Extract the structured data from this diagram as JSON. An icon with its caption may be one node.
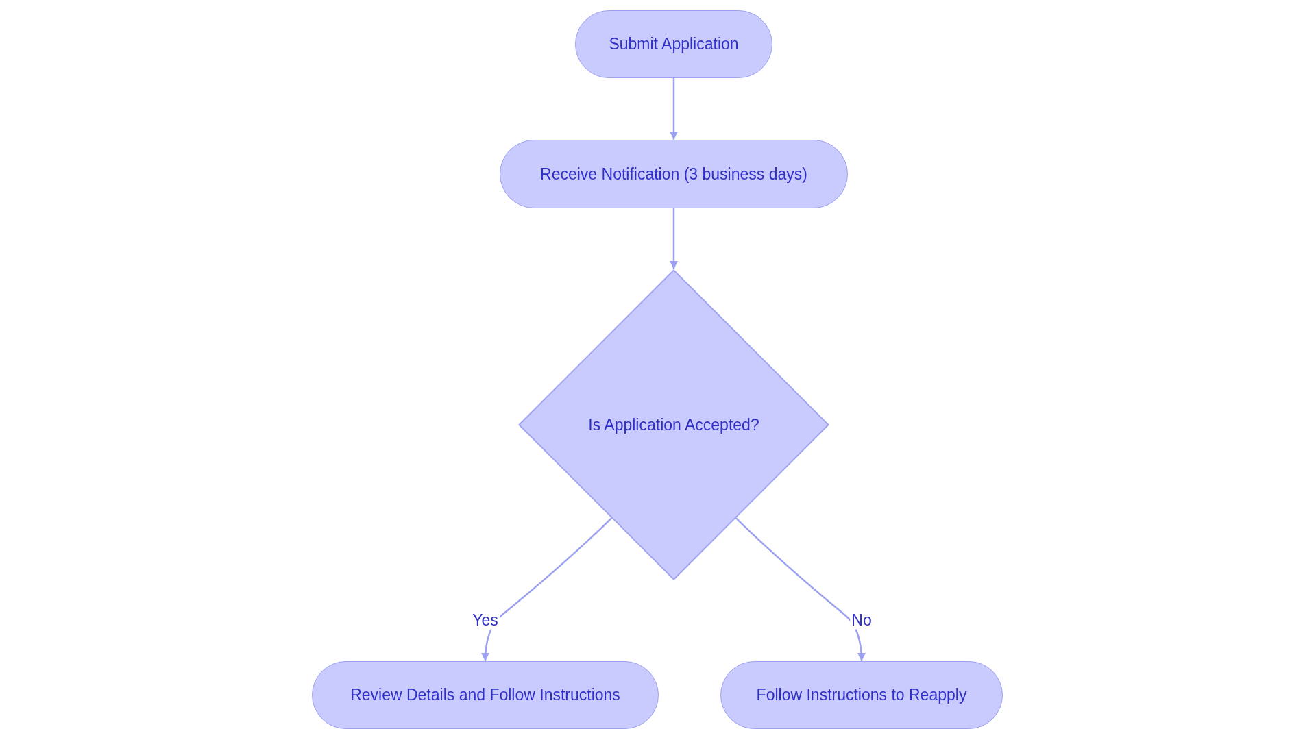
{
  "diagram": {
    "nodes": [
      {
        "text": [
          "Submit Application"
        ]
      },
      {
        "text": [
          "Receive Notification (3 business days)"
        ]
      },
      {
        "text": [
          "Is Application Accepted?"
        ]
      },
      {
        "text": [
          "Review Details and Follow Instructions"
        ]
      },
      {
        "text": [
          "Follow Instructions to Reapply"
        ]
      }
    ],
    "edges": [
      {
        "from": 0,
        "to": 1,
        "arrow": "to"
      },
      {
        "from": 1,
        "to": 2,
        "arrow": "to"
      },
      {
        "from": 2,
        "to": 3,
        "arrow": "to",
        "label": "Yes"
      },
      {
        "from": 2,
        "to": 4,
        "arrow": "to",
        "label": "No"
      }
    ]
  }
}
